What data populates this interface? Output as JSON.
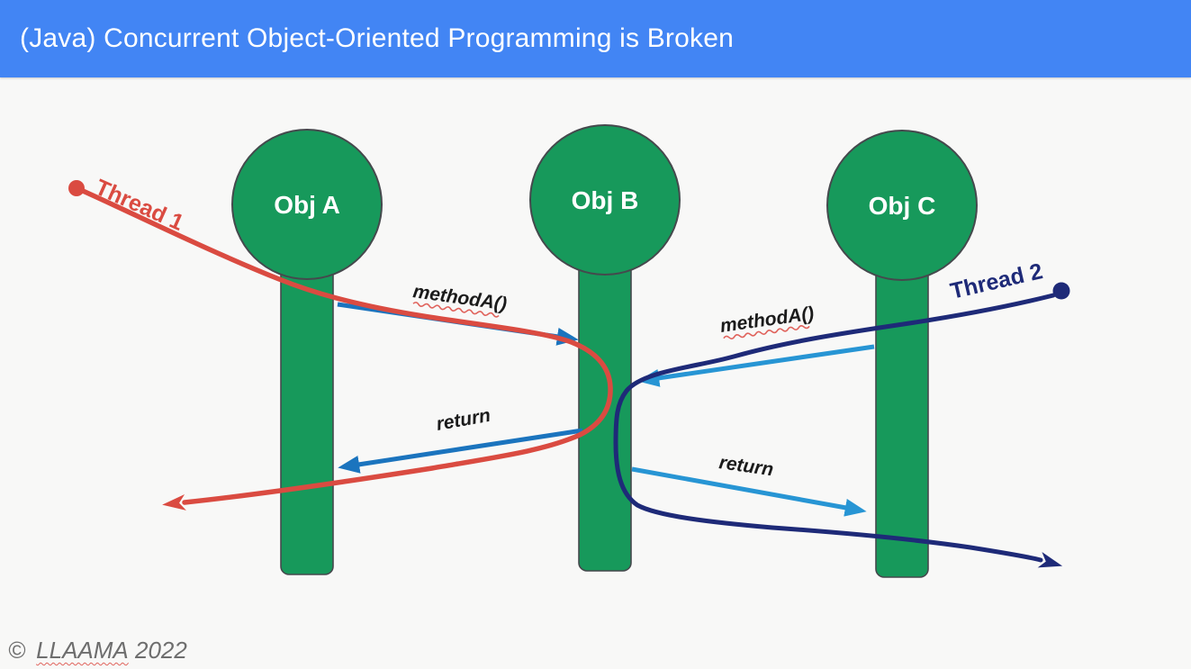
{
  "header": {
    "title": "(Java) Concurrent Object-Oriented Programming is Broken"
  },
  "diagram": {
    "objects": [
      {
        "label": "Obj A"
      },
      {
        "label": "Obj B"
      },
      {
        "label": "Obj C"
      }
    ],
    "threads": [
      {
        "label": "Thread 1",
        "color": "#DA4B41"
      },
      {
        "label": "Thread 2",
        "color": "#1E2A78"
      }
    ],
    "calls": [
      {
        "label": "methodA()",
        "from": "Obj A",
        "to": "Obj B",
        "squiggle_underline": true
      },
      {
        "label": "return",
        "from": "Obj B",
        "to": "Obj A",
        "squiggle_underline": false
      },
      {
        "label": "methodA()",
        "from": "Obj C",
        "to": "Obj B",
        "squiggle_underline": true
      },
      {
        "label": "return",
        "from": "Obj B",
        "to": "Obj C",
        "squiggle_underline": false
      }
    ]
  },
  "footer": {
    "symbol": "©",
    "name": "LLAAMA",
    "year": "2022"
  },
  "colors": {
    "header_blue": "#4285F4",
    "background": "#F8F8F7",
    "green": "#17995B",
    "outline": "#45494D",
    "red": "#DA4B41",
    "navy": "#1E2A78",
    "arrow_blue_left": "#1B74BE",
    "arrow_blue_right": "#2795D4",
    "label_black": "#1B1B1B",
    "squiggle_red": "#E0635C",
    "copyright_gray": "#6E6E6E"
  }
}
